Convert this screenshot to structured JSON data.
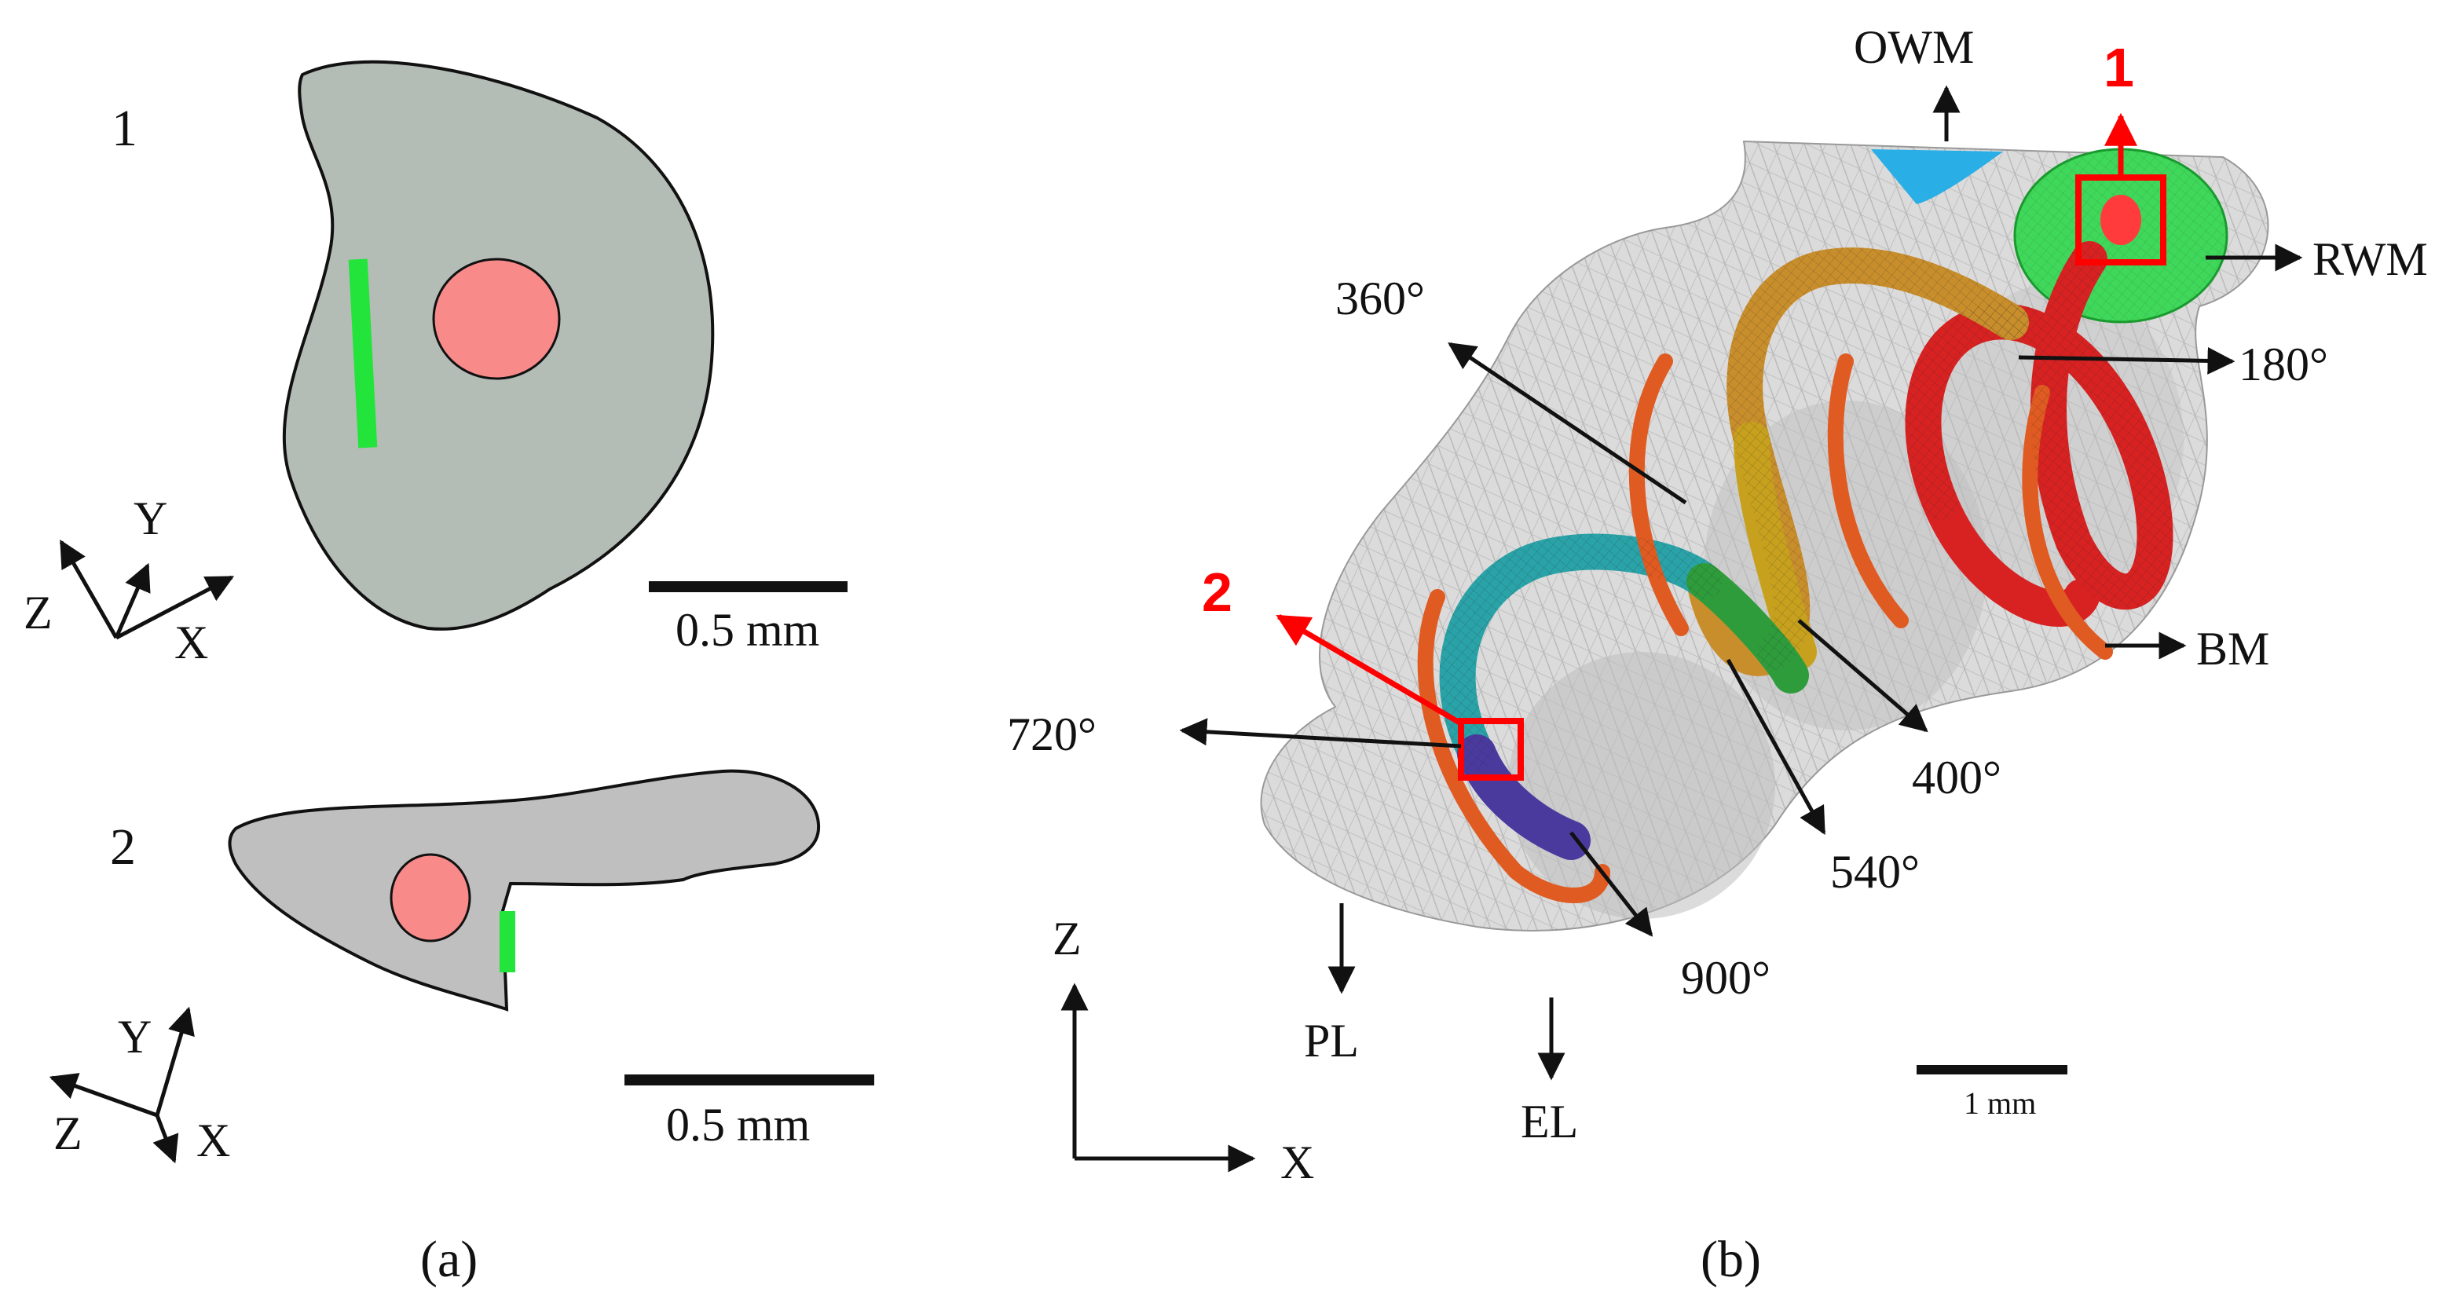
{
  "panel_a": {
    "section_1_number": "1",
    "section_2_number": "2",
    "axes_1": {
      "x": "X",
      "y": "Y",
      "z": "Z"
    },
    "axes_2": {
      "x": "X",
      "y": "Y",
      "z": "Z"
    },
    "scale_bar_1": "0.5 mm",
    "scale_bar_2": "0.5 mm",
    "caption": "(a)",
    "colors": {
      "section_fill_1": "#b4bcb6",
      "section_fill_2": "#bfbfbf",
      "lumen": "#f88a8a",
      "membrane": "#22e43a"
    }
  },
  "panel_b": {
    "labels": {
      "owm": "OWM",
      "rwm": "RWM",
      "deg_180": "180°",
      "deg_360": "360°",
      "bm": "BM",
      "deg_400": "400°",
      "deg_540": "540°",
      "deg_720": "720°",
      "deg_900": "900°",
      "pl": "PL",
      "el": "EL"
    },
    "markers": {
      "marker_1": "1",
      "marker_2": "2"
    },
    "axes": {
      "z": "Z",
      "x": "X"
    },
    "scale_bar": "1 mm",
    "caption": "(b)",
    "colors": {
      "marker": "#ff0000",
      "owm": "#29aee6",
      "rwm": "#3fd85a"
    }
  }
}
